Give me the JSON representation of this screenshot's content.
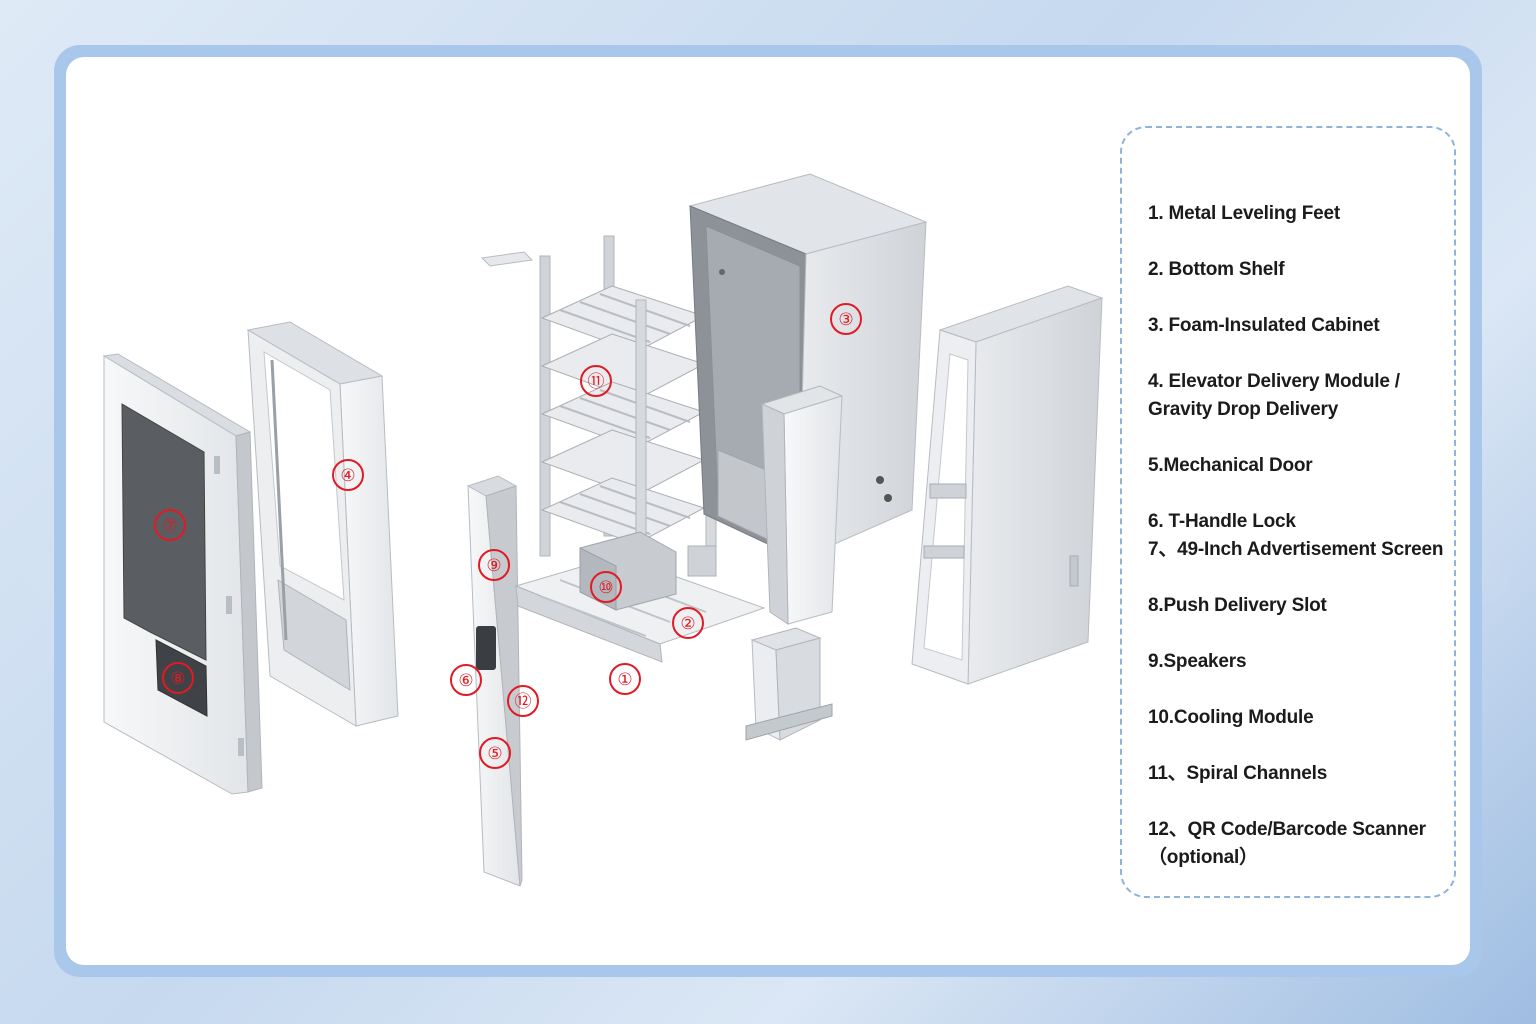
{
  "callouts": {
    "c1": "①",
    "c2": "②",
    "c3": "③",
    "c4": "④",
    "c5": "⑤",
    "c6": "⑥",
    "c7": "⑦",
    "c8": "⑧",
    "c9": "⑨",
    "c10": "⑩",
    "c11": "⑪",
    "c12": "⑫"
  },
  "legend": {
    "items": [
      [
        "1. Metal Leveling Feet"
      ],
      [
        "2. Bottom Shelf"
      ],
      [
        "3. Foam-Insulated Cabinet"
      ],
      [
        "4. Elevator Delivery Module /",
        "Gravity Drop Delivery"
      ],
      [
        "5.Mechanical Door"
      ],
      [
        "6. T-Handle Lock",
        "7、49-Inch Advertisement Screen"
      ],
      [
        "8.Push Delivery Slot"
      ],
      [
        "9.Speakers"
      ],
      [
        "10.Cooling Module"
      ],
      [
        "11、Spiral Channels"
      ],
      [
        "12、QR Code/Barcode Scanner",
        "（optional）"
      ]
    ]
  },
  "colors": {
    "callout": "#e01b24",
    "legend_border": "#8fb3dc",
    "frame": "#a9c7ea"
  }
}
